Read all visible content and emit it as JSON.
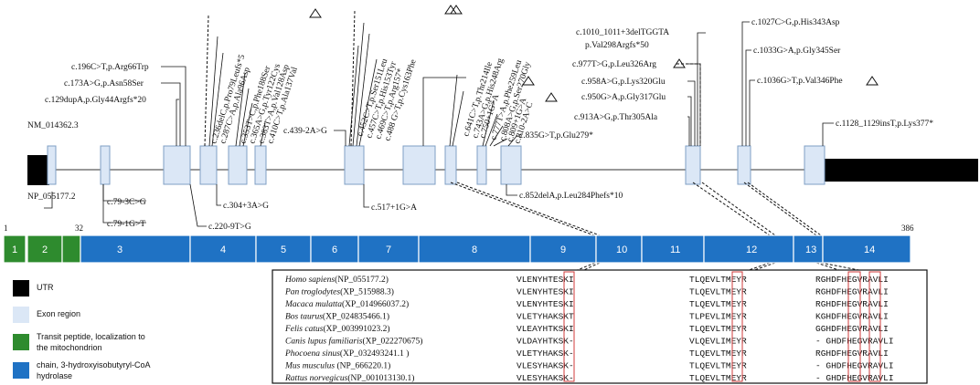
{
  "colors": {
    "utr": "#000000",
    "exon": "#dbe7f6",
    "exon_stroke": "#7f9fc4",
    "transit": "#2e8b2e",
    "chain": "#1f72c4",
    "highlight": "#d23b3b"
  },
  "transcript": {
    "mrna_label": "NM_014362.3",
    "protein_label": "NP_055177.2"
  },
  "mutations_top": [
    "c.196C>T,p.Arg66Trp",
    "c.173A>G,p.Asn58Ser",
    "c.129dupA,p.Gly44Argfs*20",
    "c.236delC,p.Pro79Leufs*5",
    "c.287C>A,p.Ala96Asp",
    "c.353T>C,p.Phe188Ser",
    "c.365A>G,p.Tyr122Cys",
    "c.383T>A,p.Val128Asp",
    "c.410C>T,p.Ala137Val",
    "c.452C>T,p.Ser151Leu",
    "c.457C>T,p.His153Tyr",
    "c.469C>T,p.Arg157*",
    "c.488 G>T,p.Cys163Phe",
    "c.439-2A>G",
    "c.641C>T,p.Thr214Ile",
    "c.743A>G,p.His248Arg",
    "c.750+1G>A",
    "c.777T>A,p.Phe259Leu",
    "c.808A>G,p.Ser270Gly",
    "c.809+1G>A",
    "c.810-2A>C",
    "c.835G>T,p.Glu279*",
    "c.1010_1011+3delTGGTA",
    "p.Val298Argfs*50",
    "c.977T>G,p.Leu326Arg",
    "c.958A>G,p.Lys320Glu",
    "c.950G>A,p.Gly317Glu",
    "c.913A>G,p.Thr305Ala",
    "c.1027C>G,p.His343Asp",
    "c.1033G>A,p.Gly345Ser",
    "c.1036G>T,p.Val346Phe",
    "c.1128_1129insT,p.Lys377*"
  ],
  "mutations_bottom": [
    "c.79-3C>G",
    "c.79-1G>T",
    "c.220-9T>G",
    "c.304+3A>G",
    "c.517+1G>A",
    "c.852delA,p.Leu284Phefs*10"
  ],
  "protein": {
    "start_label": "1",
    "mid_label": "32",
    "end_label": "386",
    "segments": [
      "1",
      "2",
      "3",
      "4",
      "5",
      "6",
      "7",
      "8",
      "9",
      "10",
      "11",
      "12",
      "13",
      "14"
    ]
  },
  "legend": {
    "utr": "UTR",
    "exon": "Exon region",
    "transit_line1": "Transit peptide, localization to",
    "transit_line2": "the mitochondrion",
    "chain_line1": "chain, 3-hydroxyisobutyryl-CoA",
    "chain_line2": "hydrolase"
  },
  "alignment": {
    "species": [
      {
        "name": "Homo sapiens",
        "acc": "(NP_055177.2)",
        "s1": "VLENYHTESKI",
        "s2": "TLQEVLTMEYR",
        "s3": "RGHDFHEGVRAVLI"
      },
      {
        "name": "Pan troglodytes",
        "acc": "(XP_515988.3)",
        "s1": "VLENYHTESKI",
        "s2": "TLQEVLTMEYR",
        "s3": "RGHDFHEGVRAVLI"
      },
      {
        "name": "Macaca mulatta",
        "acc": "(XP_014966037.2)",
        "s1": "VLENYHTESKI",
        "s2": "TLQEVLTMEYR",
        "s3": "RGHDFHEGVRAVLI"
      },
      {
        "name": "Bos taurus",
        "acc": "(XP_024835466.1)",
        "s1": "VLETYHAKSKT",
        "s2": "TLPEVLIMEYR",
        "s3": "KGHDFHEGVRAVLI"
      },
      {
        "name": "Felis catus",
        "acc": "(XP_003991023.2)",
        "s1": "VLEAYHTKSKI",
        "s2": "TLQEVLTMEYR",
        "s3": "GGHDFHEGVRAVLI"
      },
      {
        "name": "Canis lupus familiaris",
        "acc": "(XP_022270675)",
        "s1": "VLDAYHTKSK-",
        "s2": "VLQEVLIMEYR",
        "s3": "- GHDFHEGVRAVLI"
      },
      {
        "name": "Phocoena sinus",
        "acc": "(XP_032493241.1 )",
        "s1": "VLETYHAKSK-",
        "s2": "TLQEVLTMEYR",
        "s3": "RGHDFHEGVRAVLI"
      },
      {
        "name": "Mus musculus",
        "acc": " (NP_666220.1)",
        "s1": "VLESYHAKSK-",
        "s2": "TLQEVLTMEYR",
        "s3": "- GHDFHEGVRAVLI"
      },
      {
        "name": "Rattus norvegicus",
        "acc": "(NP_001013130.1)",
        "s1": "VLESYHAKSK-",
        "s2": "TLQEVLTMEYR",
        "s3": "- GHDFHEGVRAVLI"
      }
    ]
  }
}
